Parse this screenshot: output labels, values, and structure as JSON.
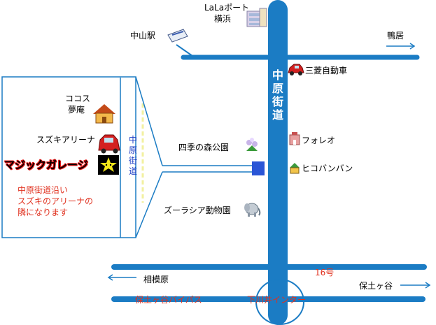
{
  "places": {
    "lalaport": [
      "LaLaポート",
      "横浜"
    ],
    "nakayama": "中山駅",
    "kamoi": "鴨居",
    "mitsubishi": "三菱自動車",
    "nakahara_main": [
      "中",
      "原",
      "街",
      "道"
    ],
    "cocos": [
      "ココス",
      "夢庵"
    ],
    "suzuki_arena": "スズキアリーナ",
    "magic_garage": "マジックガレージ",
    "nakahara_inset": [
      "中",
      "原",
      "街",
      "道"
    ],
    "shiki_park": "四季の森公園",
    "forleo": "フォレオ",
    "hikobanban": "ヒコバンバン",
    "zoorasia": "ズーラシア動物園",
    "sagamihara": "相模原",
    "route16": "16号",
    "hodogaya_right": "保土ヶ谷",
    "hodogaya_bypass": "保土ヶ谷バイパス",
    "shimokawai_ic": "下川井インター"
  },
  "note": [
    "中原街道沿い",
    "スズキのアリーナの",
    "隣になります"
  ],
  "colors": {
    "road": "#1b7cc4",
    "highlight_text": "#e0301e",
    "marker": "#2a55d6",
    "inset_dash": "#f2f0a0",
    "logo_outline": "#e01818"
  }
}
